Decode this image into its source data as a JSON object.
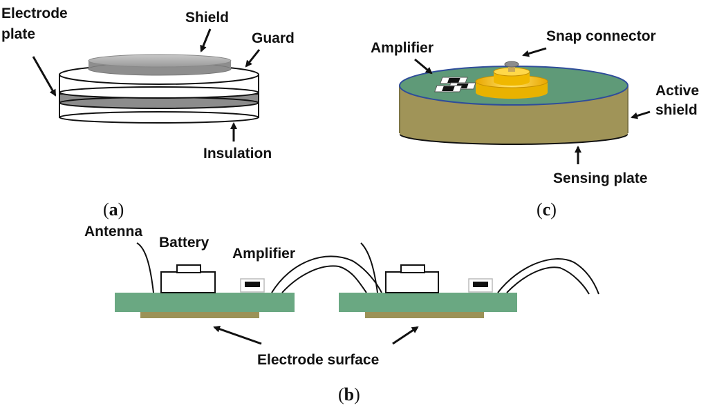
{
  "panel_a": {
    "caption_letter": "a",
    "labels": {
      "electrode_plate_line1": "Electrode",
      "electrode_plate_line2": "plate",
      "shield": "Shield",
      "guard": "Guard",
      "insulation": "Insulation"
    }
  },
  "panel_c": {
    "caption_letter": "c",
    "labels": {
      "amplifier": "Amplifier",
      "snap_connector": "Snap connector",
      "active_shield_line1": "Active",
      "active_shield_line2": "shield",
      "sensing_plate": "Sensing plate"
    }
  },
  "panel_b": {
    "caption_letter": "b",
    "labels": {
      "antenna": "Antenna",
      "battery": "Battery",
      "amplifier": "Amplifier",
      "electrode_surface": "Electrode surface"
    }
  },
  "colors": {
    "pcb_green": "#6aa882",
    "electrode_olive": "#9b9257",
    "active_shield_olive": "#a09458",
    "top_disk_green": "#5f9a78",
    "connector_yellow": "#f2c21f",
    "shield_grey": "#a9a9a9"
  }
}
